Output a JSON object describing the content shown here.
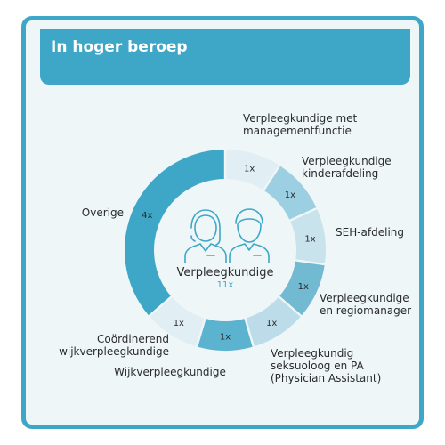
{
  "header": {
    "title": "In hoger beroep"
  },
  "colors": {
    "accent": "#3ea7c7",
    "background": "#eef6f8"
  },
  "center": {
    "label": "Verpleegkundige",
    "count": "11x",
    "icon": "two-people-icon"
  },
  "chart_data": {
    "type": "pie",
    "title": "In hoger beroep",
    "total_label": "Verpleegkundige 11x",
    "slices": [
      {
        "label": [
          "Verpleegkundige met",
          "managementfunctie"
        ],
        "value": 1,
        "value_label": "1x",
        "color": "#e1eef3"
      },
      {
        "label": [
          "Verpleegkundige",
          "kinderafdeling"
        ],
        "value": 1,
        "value_label": "1x",
        "color": "#9dcfe2"
      },
      {
        "label": [
          "SEH-afdeling"
        ],
        "value": 1,
        "value_label": "1x",
        "color": "#c9e3ed"
      },
      {
        "label": [
          "Verpleegkundige",
          "en regiomanager"
        ],
        "value": 1,
        "value_label": "1x",
        "color": "#72b9d2"
      },
      {
        "label": [
          "Verpleegkundig",
          "seksuoloog en PA",
          "(Physician Assistant)"
        ],
        "value": 1,
        "value_label": "1x",
        "color": "#bcdcea"
      },
      {
        "label": [
          "Wijkverpleegkundige"
        ],
        "value": 1,
        "value_label": "1x",
        "color": "#5cb3d0"
      },
      {
        "label": [
          "Coördinerend",
          "wijkverpleegkundige"
        ],
        "value": 1,
        "value_label": "1x",
        "color": "#e1eef3"
      },
      {
        "label": [
          "Overige"
        ],
        "value": 4,
        "value_label": "4x",
        "color": "#3ea7c7"
      }
    ]
  }
}
